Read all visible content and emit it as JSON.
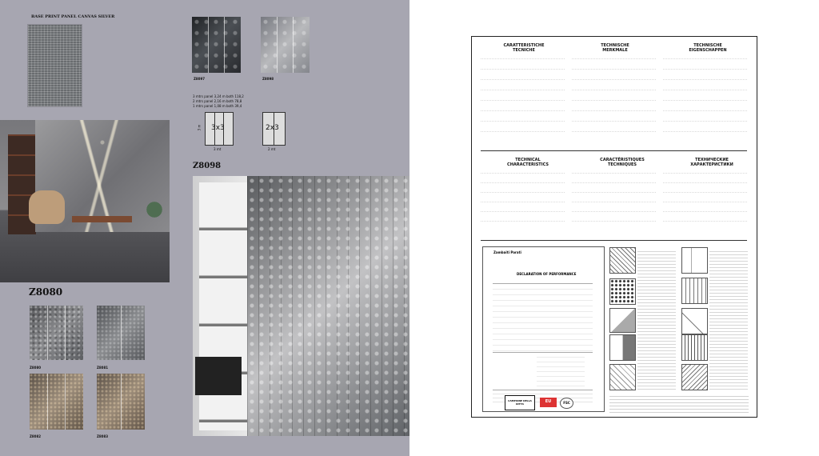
{
  "catalog": {
    "base_title": "BASE PRINT PANEL CANVAS SILVER",
    "codes": {
      "z8097": "Z8097",
      "z8098": "Z8098",
      "z8080": "Z8080",
      "z8080_tile": "Z8080",
      "z8081": "Z8081",
      "z8082": "Z8082",
      "z8083": "Z8083"
    },
    "specs": [
      "3 mtrs panel 3,24 m both 118,2",
      "2 mtrs panel 2,16 m both 78,8",
      "1 mtrs panel 1,08 m both 39,4"
    ],
    "diagram_labels": {
      "three": "3x3",
      "two": "2x3",
      "height": "3 m",
      "width_three": "3 mt",
      "width_two": "2 mt"
    }
  },
  "instructions": {
    "headings": [
      "CARATTERISTICHE TECNICHE",
      "TECHNISCHE MERKMALE",
      "TECHNISCHE EIGENSCHAPPEN",
      "TECHNICAL CHARACTERISTICS",
      "CARACTÉRISTIQUES TECHNIQUES",
      "ТЕХНИЧЕСКИЕ ХАРАКТЕРИСТИКИ"
    ],
    "declaration": "DECLARATION OF PERFORMANCE",
    "brand": "Zambaiti Parati",
    "footer_left": "CAMPIONE DELLA DITTA",
    "footer_mid": "EU",
    "footer_right": "FSC"
  }
}
